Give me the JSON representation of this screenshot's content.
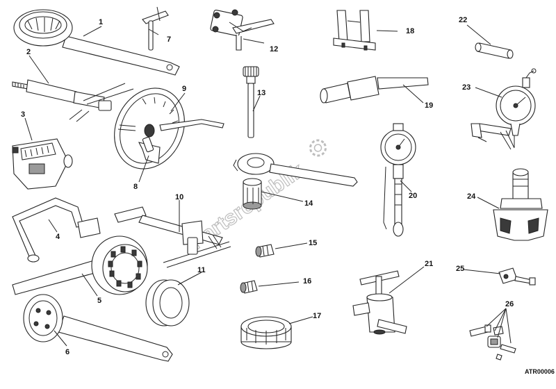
{
  "watermark": "Partsrepublik",
  "drawing_code": "ATR00006",
  "callouts": [
    "1",
    "2",
    "3",
    "4",
    "5",
    "6",
    "7",
    "8",
    "9",
    "10",
    "11",
    "12",
    "13",
    "14",
    "15",
    "16",
    "17",
    "18",
    "19",
    "20",
    "21",
    "22",
    "23",
    "24",
    "25",
    "26"
  ],
  "icons": {
    "watermark_logo": "gear-icon"
  }
}
